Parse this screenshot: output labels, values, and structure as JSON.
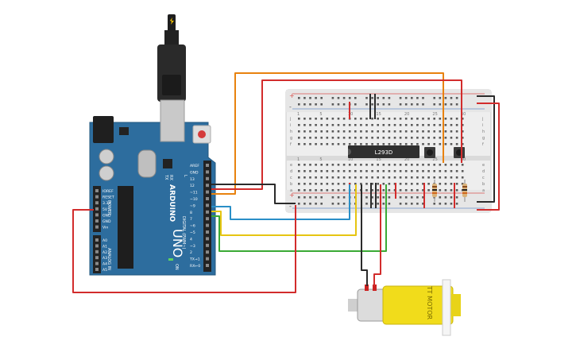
{
  "arduino": {
    "brand": "ARDUINO",
    "model": "UNO",
    "tx_label": "TX",
    "rx_label": "RX",
    "on_label": "ON",
    "l_label": "L",
    "digital_label": "DIGITAL (PWM~)",
    "analog_label": "ANALOG IN",
    "power_label": "POWER",
    "digital_pins": [
      "AREF",
      "GND",
      "13",
      "12",
      "~11",
      "~10",
      "~9",
      "8",
      "7",
      "~6",
      "~5",
      "4",
      "~3",
      "2",
      "TX→1",
      "RX←0"
    ],
    "power_pins": [
      "IOREF",
      "RESET",
      "3.3V",
      "5V",
      "GND",
      "GND",
      "Vin"
    ],
    "analog_pins": [
      "A0",
      "A1",
      "A2",
      "A3",
      "A4",
      "A5"
    ]
  },
  "breadboard": {
    "column_numbers": [
      "1",
      "5",
      "10",
      "15",
      "20",
      "25",
      "30"
    ],
    "row_letters_top": [
      "j",
      "i",
      "h",
      "g",
      "f"
    ],
    "row_letters_bottom": [
      "e",
      "d",
      "c",
      "b",
      "a"
    ],
    "rail_plus": "+",
    "rail_minus": "-"
  },
  "chip": {
    "label": "L293D"
  },
  "motor": {
    "label": "TT MOTOR"
  },
  "colors": {
    "board_blue": "#2d6d9e",
    "wire_red": "#d22c2c",
    "wire_black": "#2b2b2b",
    "wire_orange": "#e8820e",
    "wire_blue": "#2a8fc7",
    "wire_green": "#3aaa35",
    "wire_yellow": "#e6c512",
    "motor_yellow": "#f1dc1b"
  }
}
